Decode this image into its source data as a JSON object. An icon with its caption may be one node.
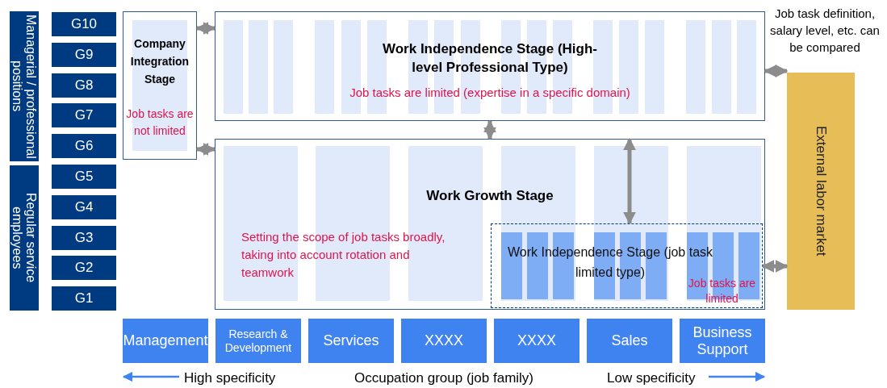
{
  "diagram": {
    "nodes": [
      {
        "text": [
          "Managerial / professional positions"
        ]
      },
      {
        "text": [
          "Regular service employees"
        ]
      },
      {
        "text": [
          "G10"
        ]
      },
      {
        "text": [
          "G9"
        ]
      },
      {
        "text": [
          "G8"
        ]
      },
      {
        "text": [
          "G7"
        ]
      },
      {
        "text": [
          "G6"
        ]
      },
      {
        "text": [
          "G5"
        ]
      },
      {
        "text": [
          "G4"
        ]
      },
      {
        "text": [
          "G3"
        ]
      },
      {
        "text": [
          "G2"
        ]
      },
      {
        "text": [
          "G1"
        ]
      },
      {
        "text": [
          "Company Integration Stage",
          "Job tasks are not limited"
        ]
      },
      {
        "text": [
          "Work Independence Stage (High-level Professional Type)",
          "Job tasks are limited (expertise in a specific domain)"
        ]
      },
      {
        "text": [
          "Work Growth Stage",
          "Setting the scope of job tasks broadly, taking into account rotation and teamwork"
        ]
      },
      {
        "text": [
          "Work Independence Stage (job task limited type)",
          "Job tasks are limited"
        ],
        "in": 14
      },
      {
        "text": [
          "External labor market"
        ]
      },
      {
        "text": [
          "Management"
        ]
      },
      {
        "text": [
          "Research & Development"
        ]
      },
      {
        "text": [
          "Services"
        ]
      },
      {
        "text": [
          "XXXX"
        ]
      },
      {
        "text": [
          "XXXX"
        ]
      },
      {
        "text": [
          "Sales"
        ]
      },
      {
        "text": [
          "Business Support"
        ]
      }
    ],
    "edges": [
      {
        "from": 12,
        "to": 13,
        "arrow": "both"
      },
      {
        "from": 12,
        "to": 14,
        "arrow": "both"
      },
      {
        "from": 13,
        "to": 14,
        "arrow": "both"
      },
      {
        "from": 14,
        "to": 15,
        "arrow": "both"
      },
      {
        "from": 13,
        "to": 16,
        "arrow": "both"
      },
      {
        "from": 15,
        "to": 16,
        "arrow": "both"
      }
    ],
    "labels": [
      "Job task definition, salary level, etc. can be compared",
      "High specificity",
      "Occupation group (job family)",
      "Low specificity"
    ]
  }
}
